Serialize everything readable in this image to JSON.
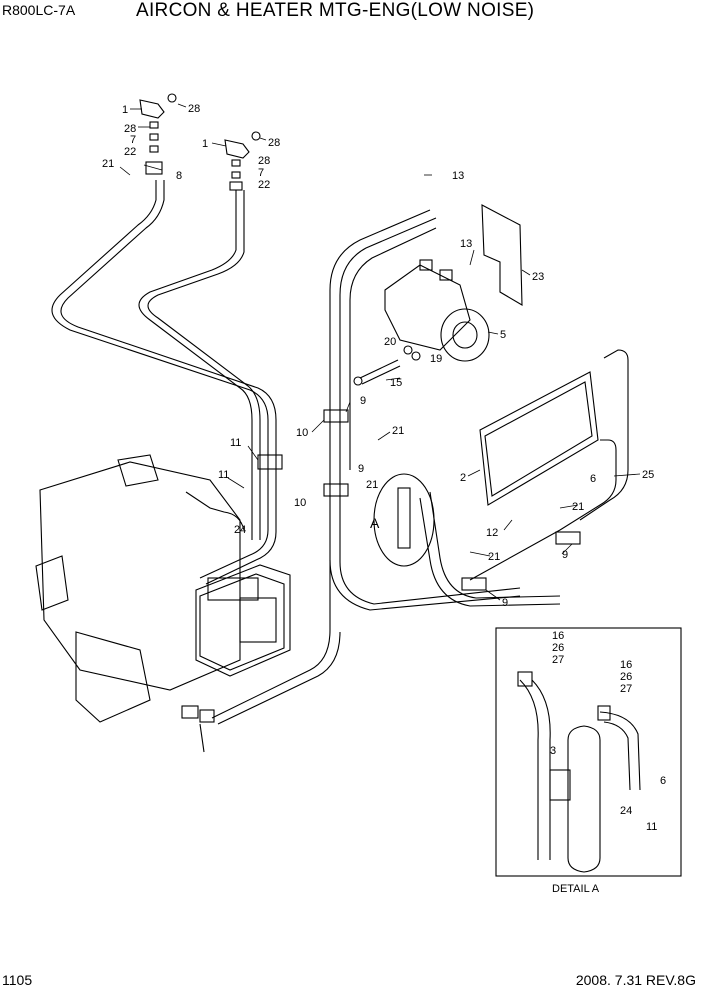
{
  "header": {
    "model": "R800LC-7A",
    "title": "AIRCON & HEATER MTG-ENG(LOW NOISE)"
  },
  "footer": {
    "page_number": "1105",
    "revision": "2008. 7.31  REV.8G"
  },
  "detail": {
    "marker": "A",
    "caption": "DETAIL  A"
  },
  "callouts": [
    "1",
    "2",
    "3",
    "5",
    "6",
    "7",
    "8",
    "9",
    "10",
    "11",
    "12",
    "13",
    "15",
    "16",
    "19",
    "20",
    "21",
    "22",
    "23",
    "24",
    "25",
    "26",
    "27",
    "28"
  ]
}
